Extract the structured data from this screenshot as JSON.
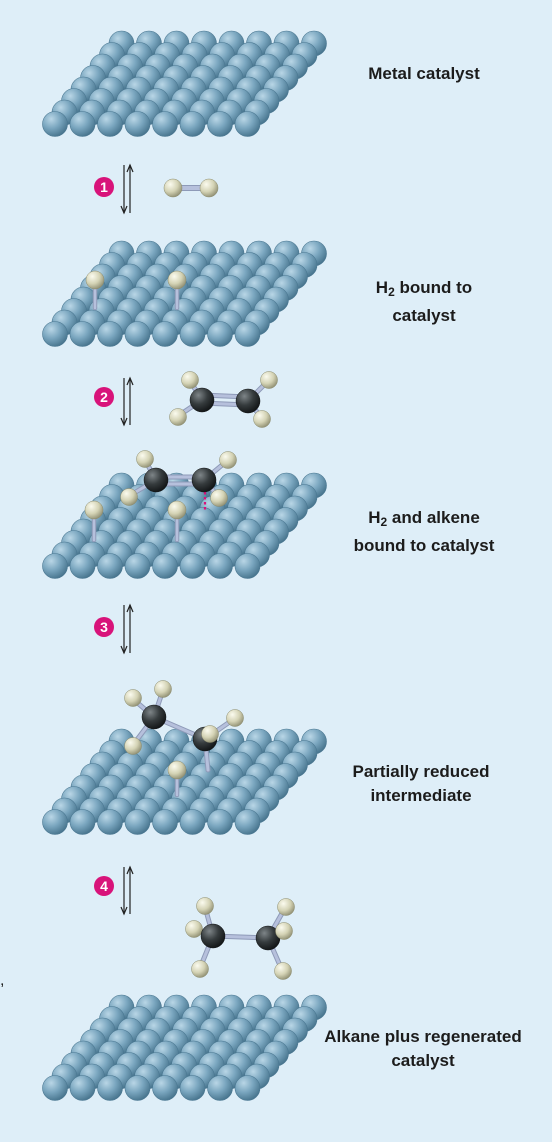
{
  "stages": [
    {
      "label_main": "Metal catalyst",
      "label_sub": "",
      "label_rest": ""
    },
    {
      "label_main": "H",
      "label_sub": "2",
      "label_rest": " bound to catalyst"
    },
    {
      "label_main": "H",
      "label_sub": "2",
      "label_rest": " and alkene bound to catalyst"
    },
    {
      "label_main": "Partially reduced intermediate",
      "label_sub": "",
      "label_rest": ""
    },
    {
      "label_main": "Alkane plus regenerated catalyst",
      "label_sub": "",
      "label_rest": ""
    }
  ],
  "steps": [
    "1",
    "2",
    "3",
    "4"
  ],
  "stray_text": ",",
  "colors": {
    "background": "#deeef8",
    "catalyst_sphere": "#6f9db6",
    "hydrogen_atom": "#d6d6b8",
    "carbon_atom": "#2f3436",
    "bond": "#b6c0dc",
    "step_badge": "#d8137a",
    "partial_bond": "#d8137a"
  }
}
